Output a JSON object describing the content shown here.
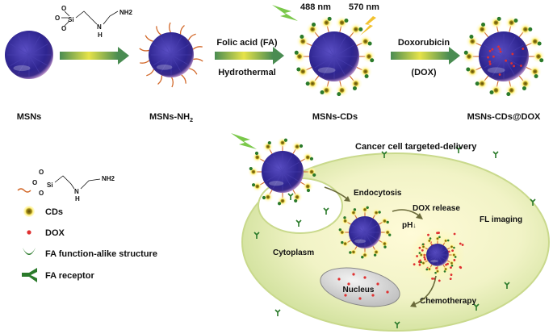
{
  "top_row": {
    "stages": [
      {
        "label_main": "MSNs",
        "label_sub": ""
      },
      {
        "label_main": "MSNs-NH",
        "label_sub": "2"
      },
      {
        "label_main": "MSNs-CDs",
        "label_sub": ""
      },
      {
        "label_main": "MSNs-CDs@DOX",
        "label_sub": ""
      }
    ],
    "step2": {
      "top": "Folic acid (FA)",
      "bottom": "Hydrothermal"
    },
    "step3": {
      "top": "Doxorubicin",
      "bottom": "(DOX)"
    },
    "excitation": "488 nm",
    "emission": "570 nm",
    "silane_atoms": {
      "o1": "O",
      "o2": "O",
      "o3": "O",
      "si": "Si",
      "n": "N",
      "h": "H",
      "nh2": "NH2"
    }
  },
  "cell_scheme": {
    "title": "Cancer cell targeted-delivery",
    "endocytosis": "Endocytosis",
    "dox_release": "DOX release",
    "ph": "pH",
    "fl_imaging": "FL imaging",
    "cytoplasm": "Cytoplasm",
    "nucleus": "Nucleus",
    "chemotherapy": "Chemotherapy"
  },
  "legend": {
    "cds": "CDs",
    "dox": "DOX",
    "fa": "FA function-alike structure",
    "receptor": "FA receptor"
  },
  "colors": {
    "sphere": "#3a2ea0",
    "sphere_rim": "#a07ab8",
    "cd_core": "#7a6a10",
    "cd_halo": "#fff07a",
    "dox": "#e03030",
    "fa_green": "#2a7a2a",
    "amine_orange": "#d2692a",
    "arrow_start": "#4a8c52",
    "arrow_mid": "#e6e34a",
    "cell_fill": "#eaf0c0",
    "nucleus_fill": "#d8d8d8",
    "flash_green": "#7ac84a",
    "flash_yellow": "#f2c230"
  }
}
